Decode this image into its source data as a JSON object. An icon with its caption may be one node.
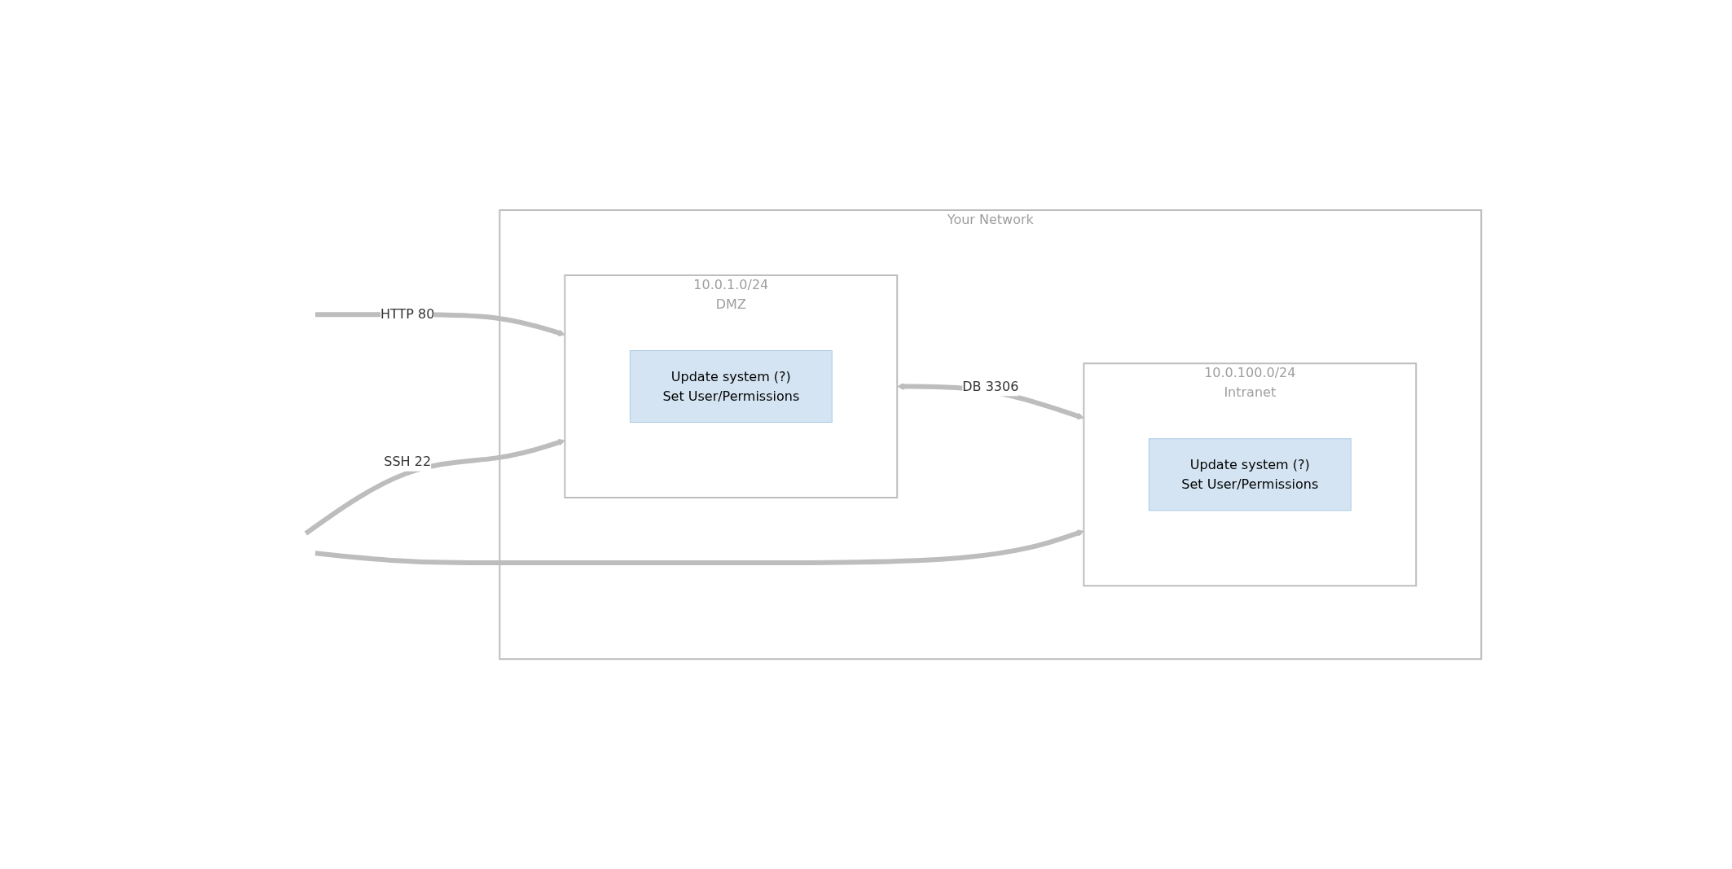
{
  "diagram": {
    "nodes": [
      {
        "text": [
          "Your Network"
        ]
      },
      {
        "text": [
          "10.0.1.0/24",
          "DMZ"
        ],
        "in": 0
      },
      {
        "text": [
          "Update system (?)",
          "Set User/Permissions"
        ],
        "in": 1
      },
      {
        "text": [
          "10.0.100.0/24",
          "Intranet"
        ],
        "in": 0
      },
      {
        "text": [
          "Update system (?)",
          "Set User/Permissions"
        ],
        "in": 3
      }
    ],
    "edges": [
      {
        "from": null,
        "to": 1,
        "arrow": "to",
        "label": "HTTP 80"
      },
      {
        "from": 1,
        "to": 3,
        "arrow": "both",
        "label": "DB 3306"
      },
      {
        "from": null,
        "to": 1,
        "arrow": "to",
        "label": "SSH 22"
      },
      {
        "from": null,
        "to": 3,
        "arrow": "to"
      }
    ]
  }
}
